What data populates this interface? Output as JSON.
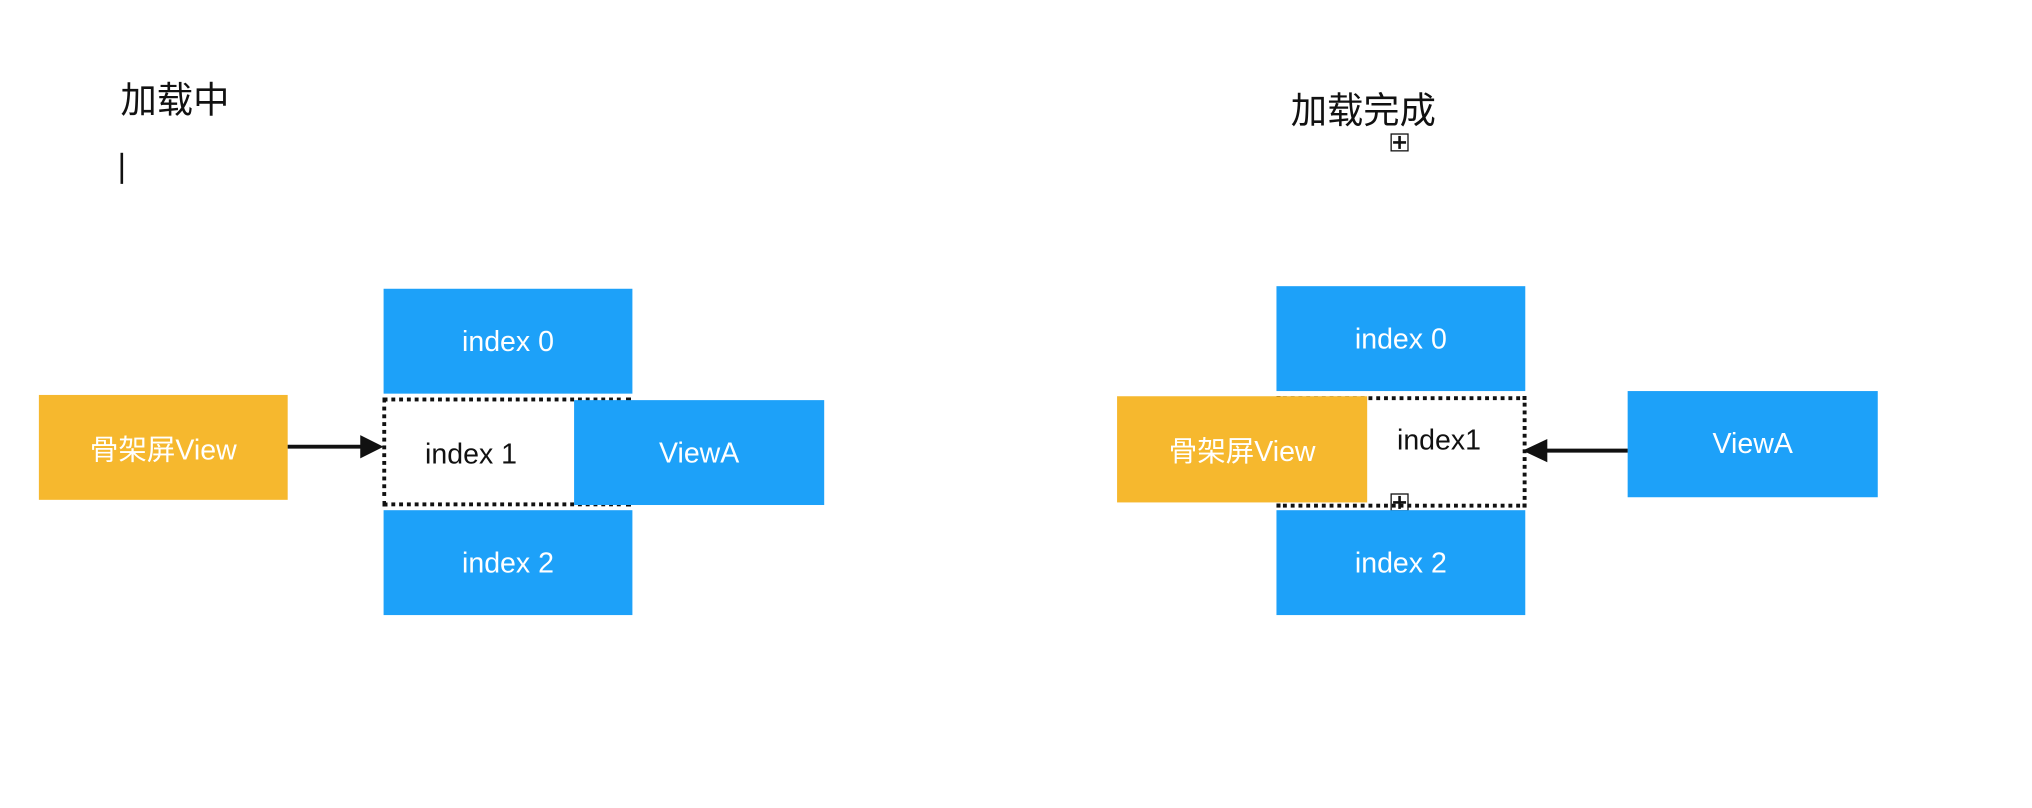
{
  "left_panel": {
    "title": "加载中",
    "skeleton_label": "骨架屏View",
    "index0": "index 0",
    "index1": "index 1",
    "index2": "index 2",
    "viewa": "ViewA"
  },
  "right_panel": {
    "title": "加载完成",
    "skeleton_label": "骨架屏View",
    "index0": "index 0",
    "index1": "index1",
    "index2": "index 2",
    "viewa": "ViewA"
  },
  "colors": {
    "blue": "#1DA1F9",
    "yellow": "#F6B82E",
    "text_dark": "#111111",
    "background": "#FFFFFF"
  },
  "icons": [
    "plus-box-icon",
    "text-cursor-icon",
    "arrow-right-icon",
    "arrow-left-icon"
  ]
}
